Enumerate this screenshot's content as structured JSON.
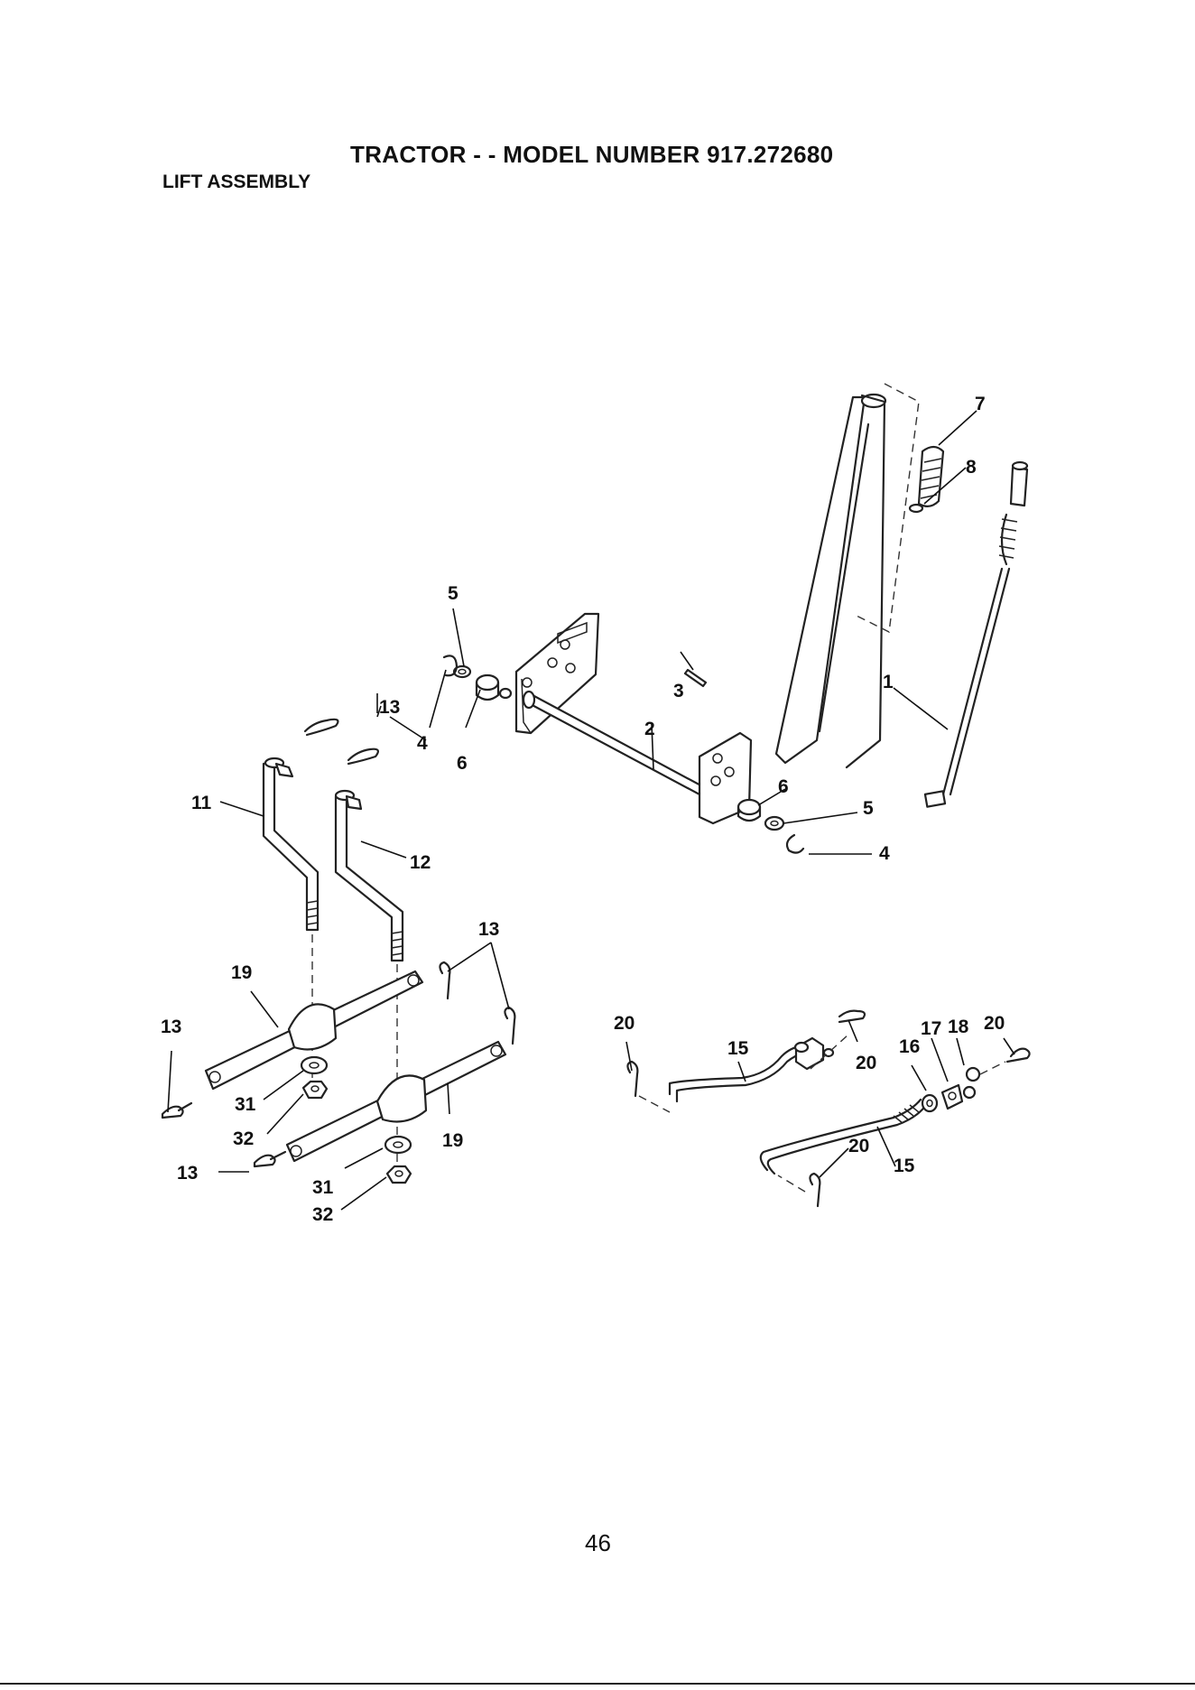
{
  "header": {
    "title": "TRACTOR - - MODEL NUMBER  917.272680",
    "subtitle": "LIFT ASSEMBLY"
  },
  "callouts": [
    {
      "id": "c-7",
      "label": "7"
    },
    {
      "id": "c-8",
      "label": "8"
    },
    {
      "id": "c-1",
      "label": "1"
    },
    {
      "id": "c-5a",
      "label": "5"
    },
    {
      "id": "c-3",
      "label": "3"
    },
    {
      "id": "c-2",
      "label": "2"
    },
    {
      "id": "c-13a",
      "label": "13"
    },
    {
      "id": "c-4a",
      "label": "4"
    },
    {
      "id": "c-6a",
      "label": "6"
    },
    {
      "id": "c-6b",
      "label": "6"
    },
    {
      "id": "c-5b",
      "label": "5"
    },
    {
      "id": "c-4b",
      "label": "4"
    },
    {
      "id": "c-11",
      "label": "11"
    },
    {
      "id": "c-12",
      "label": "12"
    },
    {
      "id": "c-13b",
      "label": "13"
    },
    {
      "id": "c-19a",
      "label": "19"
    },
    {
      "id": "c-13c",
      "label": "13"
    },
    {
      "id": "c-31a",
      "label": "31"
    },
    {
      "id": "c-32a",
      "label": "32"
    },
    {
      "id": "c-19b",
      "label": "19"
    },
    {
      "id": "c-13d",
      "label": "13"
    },
    {
      "id": "c-31b",
      "label": "31"
    },
    {
      "id": "c-32b",
      "label": "32"
    },
    {
      "id": "c-20a",
      "label": "20"
    },
    {
      "id": "c-15a",
      "label": "15"
    },
    {
      "id": "c-20b",
      "label": "20"
    },
    {
      "id": "c-16",
      "label": "16"
    },
    {
      "id": "c-17",
      "label": "17"
    },
    {
      "id": "c-18",
      "label": "18"
    },
    {
      "id": "c-20c",
      "label": "20"
    },
    {
      "id": "c-20d",
      "label": "20"
    },
    {
      "id": "c-15b",
      "label": "15"
    }
  ],
  "footer": {
    "page_number": "46"
  }
}
